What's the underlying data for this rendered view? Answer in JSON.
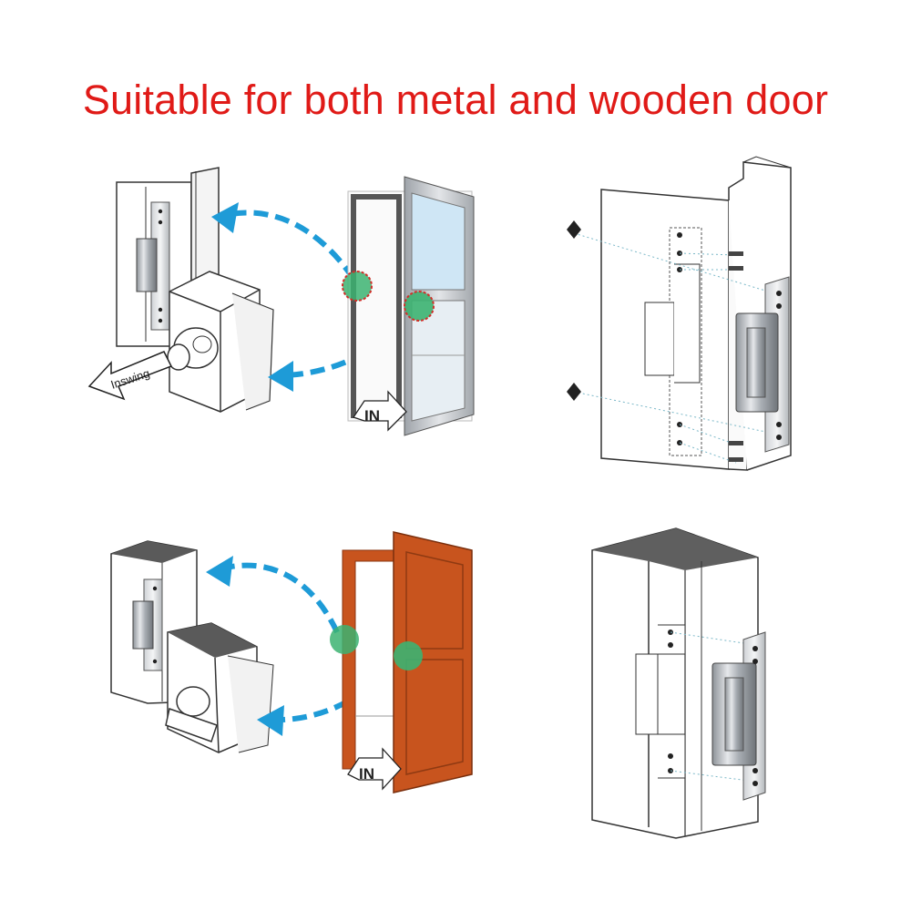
{
  "headline": "Suitable for both metal and wooden door",
  "labels": {
    "inswing": "Inswing",
    "in_top": "IN",
    "in_bottom": "IN"
  },
  "colors": {
    "headline": "#e01a17",
    "arrow": "#1e9bd7",
    "marker": "#3cb371",
    "marker_outline": "#d0302a",
    "wood_door": "#c8541e",
    "metal_door": "#b8bcc2",
    "glass": "#cfe6f5"
  }
}
